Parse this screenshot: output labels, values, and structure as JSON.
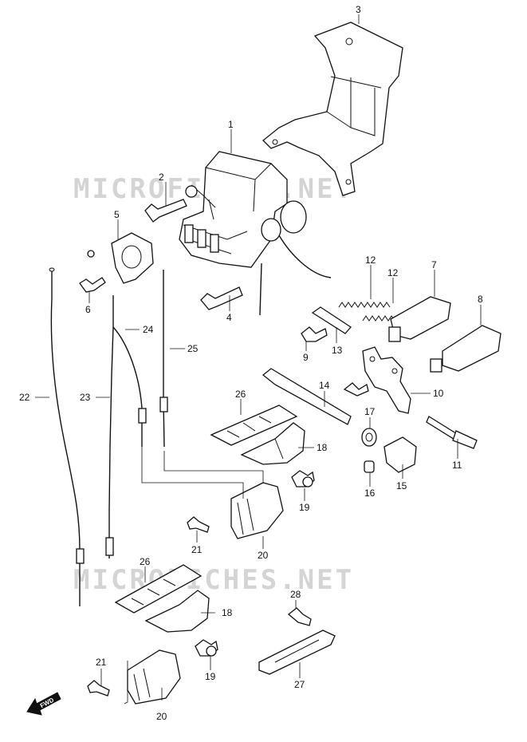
{
  "watermark": "MICROFICHES.NET",
  "fwd_label": "FWD",
  "callouts": [
    {
      "id": "1",
      "text": "1"
    },
    {
      "id": "2",
      "text": "2"
    },
    {
      "id": "3",
      "text": "3"
    },
    {
      "id": "4",
      "text": "4"
    },
    {
      "id": "5",
      "text": "5"
    },
    {
      "id": "6",
      "text": "6"
    },
    {
      "id": "7",
      "text": "7"
    },
    {
      "id": "8",
      "text": "8"
    },
    {
      "id": "9",
      "text": "9"
    },
    {
      "id": "10",
      "text": "10"
    },
    {
      "id": "11",
      "text": "11"
    },
    {
      "id": "12a",
      "text": "12"
    },
    {
      "id": "12b",
      "text": "12"
    },
    {
      "id": "13",
      "text": "13"
    },
    {
      "id": "14",
      "text": "14"
    },
    {
      "id": "15",
      "text": "15"
    },
    {
      "id": "16",
      "text": "16"
    },
    {
      "id": "17",
      "text": "17"
    },
    {
      "id": "18a",
      "text": "18"
    },
    {
      "id": "18b",
      "text": "18"
    },
    {
      "id": "19a",
      "text": "19"
    },
    {
      "id": "19b",
      "text": "19"
    },
    {
      "id": "20a",
      "text": "20"
    },
    {
      "id": "20b",
      "text": "20"
    },
    {
      "id": "21a",
      "text": "21"
    },
    {
      "id": "21b",
      "text": "21"
    },
    {
      "id": "22",
      "text": "22"
    },
    {
      "id": "23",
      "text": "23"
    },
    {
      "id": "24",
      "text": "24"
    },
    {
      "id": "25",
      "text": "25"
    },
    {
      "id": "26a",
      "text": "26"
    },
    {
      "id": "26b",
      "text": "26"
    },
    {
      "id": "27",
      "text": "27"
    },
    {
      "id": "28",
      "text": "28"
    }
  ]
}
